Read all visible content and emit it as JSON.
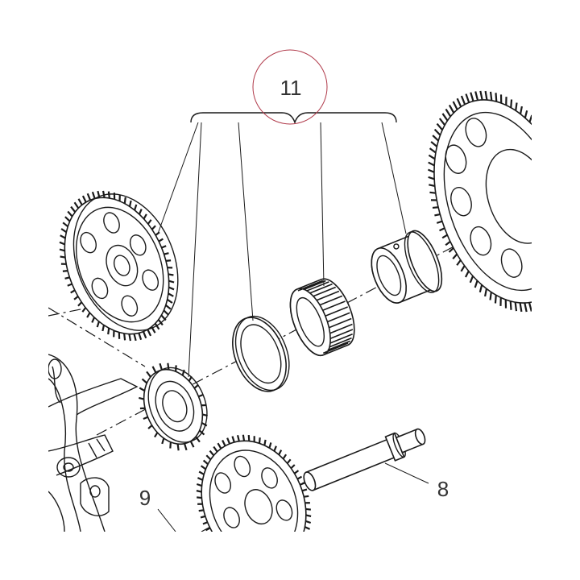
{
  "callouts": {
    "group": "11",
    "pin": "8",
    "gear": "9"
  },
  "colors": {
    "line": "#1a1a1a",
    "highlight_circle": "#b03a4a",
    "text": "#333333",
    "background": "#ffffff"
  }
}
